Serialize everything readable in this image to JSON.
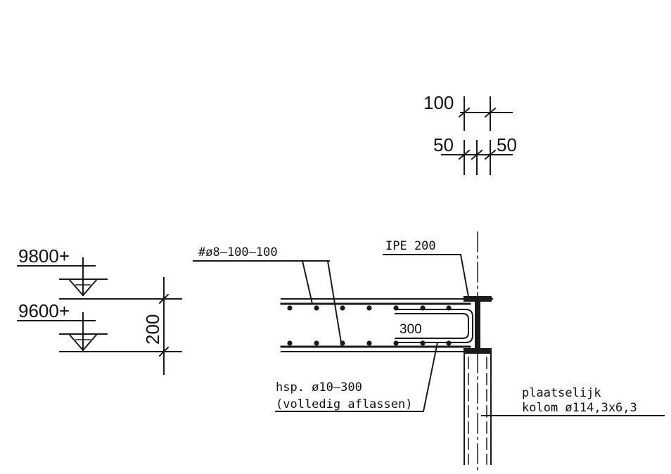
{
  "colors": {
    "line": "#1a1a1a",
    "background": "#ffffff"
  },
  "detail": {
    "dimensions": {
      "top_width": "100",
      "left_offset": "50",
      "right_offset": "50",
      "slab_thickness": "200",
      "stirrup_width": "300"
    },
    "levels": {
      "upper": "9800+",
      "lower": "9600+"
    },
    "labels": {
      "mesh": "#ø8–100–100",
      "beam": "IPE 200",
      "rebar_line1": "hsp. ø10–300",
      "rebar_line2": "(volledig aflassen)",
      "column_line1": "plaatselijk",
      "column_line2": "kolom  ø114,3x6,3"
    }
  }
}
